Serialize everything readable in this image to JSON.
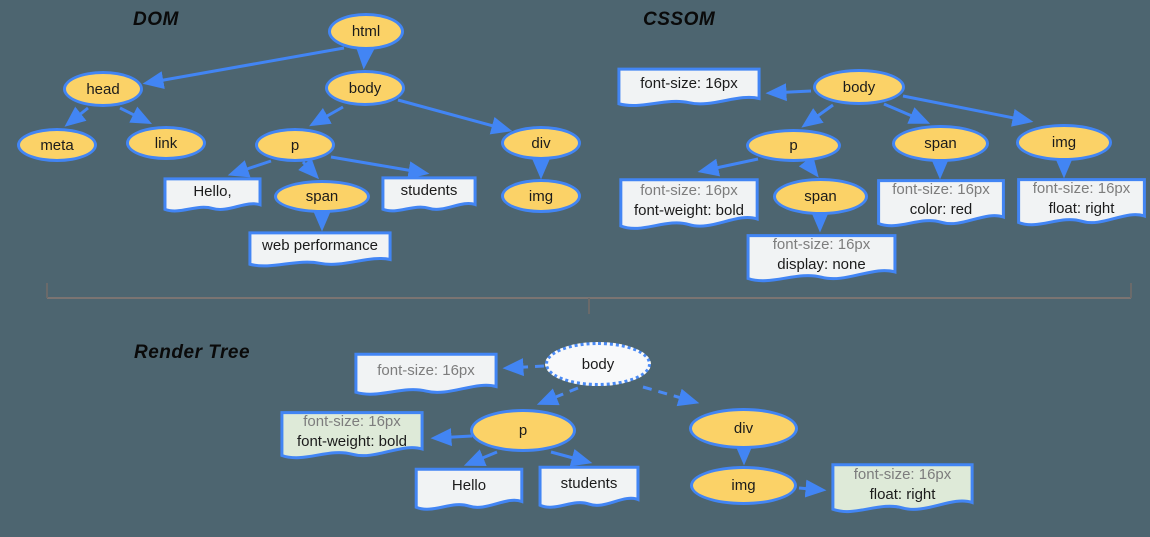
{
  "dom": {
    "title": "DOM",
    "nodes": {
      "html": "html",
      "head": "head",
      "body": "body",
      "meta": "meta",
      "link": "link",
      "p": "p",
      "div": "div",
      "span": "span",
      "img": "img"
    },
    "texts": {
      "hello": "Hello,",
      "students": "students",
      "web_performance": "web performance"
    }
  },
  "cssom": {
    "title": "CSSOM",
    "nodes": {
      "body": "body",
      "p": "p",
      "span": "span",
      "img": "img",
      "span_child": "span"
    },
    "rules": {
      "body": {
        "l1": "font-size: 16px"
      },
      "p": {
        "l1": "font-size: 16px",
        "l2": "font-weight: bold"
      },
      "span": {
        "l1": "font-size: 16px",
        "l2": "color: red"
      },
      "img": {
        "l1": "font-size: 16px",
        "l2": "float: right"
      },
      "span_child": {
        "l1": "font-size: 16px",
        "l2": "display: none"
      }
    }
  },
  "render_tree": {
    "title": "Render Tree",
    "nodes": {
      "body": "body",
      "p": "p",
      "div": "div",
      "img": "img"
    },
    "boxes": {
      "body_style": {
        "l1": "font-size: 16px"
      },
      "p_style": {
        "l1": "font-size: 16px",
        "l2": "font-weight: bold"
      },
      "hello": "Hello",
      "students": "students",
      "img_style": {
        "l1": "font-size: 16px",
        "l2": "float: right"
      }
    }
  },
  "colors": {
    "background": "#4d6570",
    "node_fill": "#fbd267",
    "node_border": "#4285f4",
    "box_fill": "#f1f3f4",
    "green_box_fill": "#deead8",
    "arrow": "#4285f4",
    "muted_text": "#7d7d7d",
    "divider": "#7b7472"
  }
}
